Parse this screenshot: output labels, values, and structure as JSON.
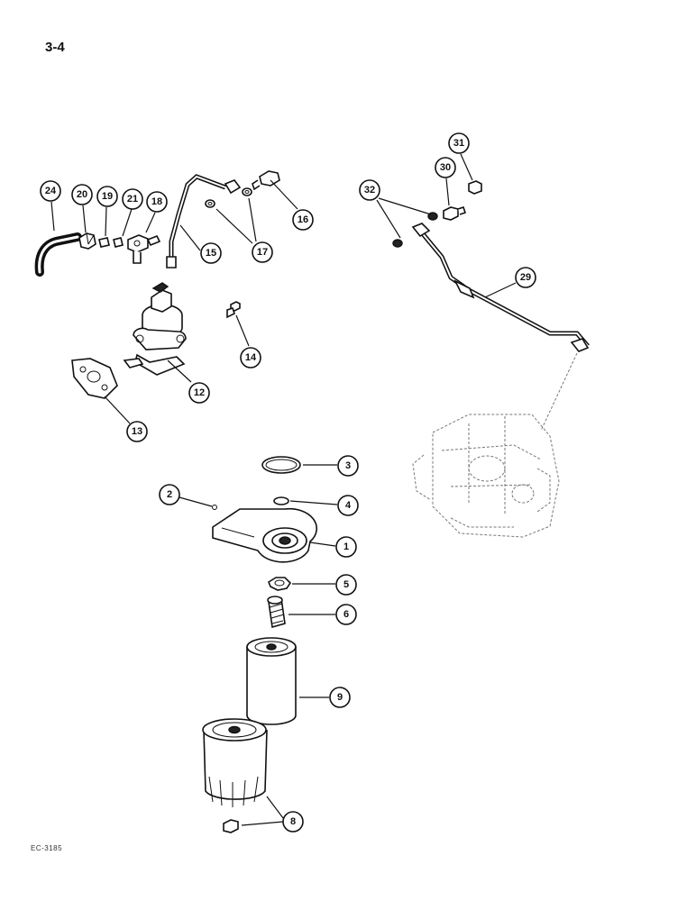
{
  "page": {
    "number": "3-4",
    "figure_code": "EC-3185"
  },
  "callouts": [
    {
      "id": "c1",
      "label": "1"
    },
    {
      "id": "c2",
      "label": "2"
    },
    {
      "id": "c3",
      "label": "3"
    },
    {
      "id": "c4",
      "label": "4"
    },
    {
      "id": "c5",
      "label": "5"
    },
    {
      "id": "c6",
      "label": "6"
    },
    {
      "id": "c8",
      "label": "8"
    },
    {
      "id": "c9",
      "label": "9"
    },
    {
      "id": "c12",
      "label": "12"
    },
    {
      "id": "c13",
      "label": "13"
    },
    {
      "id": "c14",
      "label": "14"
    },
    {
      "id": "c15",
      "label": "15"
    },
    {
      "id": "c16",
      "label": "16"
    },
    {
      "id": "c17",
      "label": "17"
    },
    {
      "id": "c18",
      "label": "18"
    },
    {
      "id": "c19",
      "label": "19"
    },
    {
      "id": "c20",
      "label": "20"
    },
    {
      "id": "c21",
      "label": "21"
    },
    {
      "id": "c24",
      "label": "24"
    },
    {
      "id": "c29",
      "label": "29"
    },
    {
      "id": "c30",
      "label": "30"
    },
    {
      "id": "c31",
      "label": "31"
    },
    {
      "id": "c32",
      "label": "32"
    }
  ]
}
